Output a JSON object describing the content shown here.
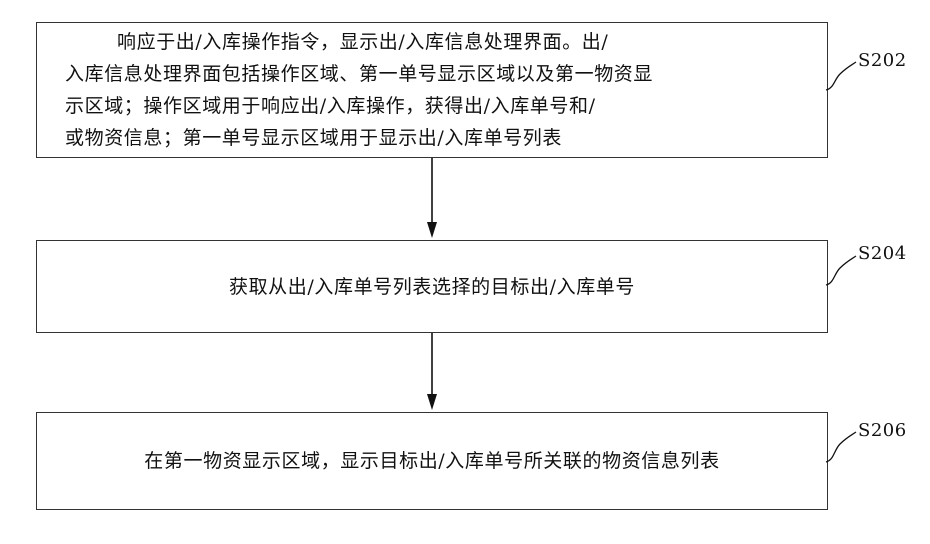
{
  "steps": [
    {
      "id": "S202",
      "lines": [
        "响应于出/入库操作指令，显示出/入库信息处理界面。出/",
        "入库信息处理界面包括操作区域、第一单号显示区域以及第一物资显",
        "示区域；操作区域用于响应出/入库操作，获得出/入库单号和/",
        "或物资信息；第一单号显示区域用于显示出/入库单号列表"
      ]
    },
    {
      "id": "S204",
      "text": "获取从出/入库单号列表选择的目标出/入库单号"
    },
    {
      "id": "S206",
      "text": "在第一物资显示区域，显示目标出/入库单号所关联的物资信息列表"
    }
  ]
}
